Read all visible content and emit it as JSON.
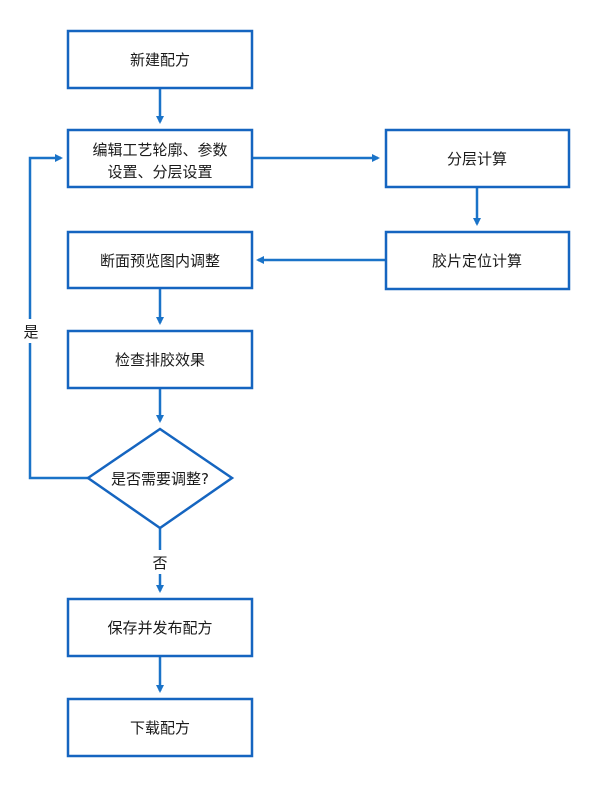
{
  "colors": {
    "node_border": "#1565c0",
    "arrow": "#1a73c8",
    "text": "#1a1a1a",
    "background": "#ffffff"
  },
  "nodes": {
    "new_recipe": "新建配方",
    "edit_line1": "编辑工艺轮廓、参数",
    "edit_line2": "设置、分层设置",
    "layer_calc": "分层计算",
    "film_calc": "胶片定位计算",
    "preview_adjust": "断面预览图内调整",
    "check_effect": "检查排胶效果",
    "need_adjust": "是否需要调整?",
    "save_publish": "保存并发布配方",
    "download": "下载配方"
  },
  "edge_labels": {
    "yes": "是",
    "no": "否"
  }
}
